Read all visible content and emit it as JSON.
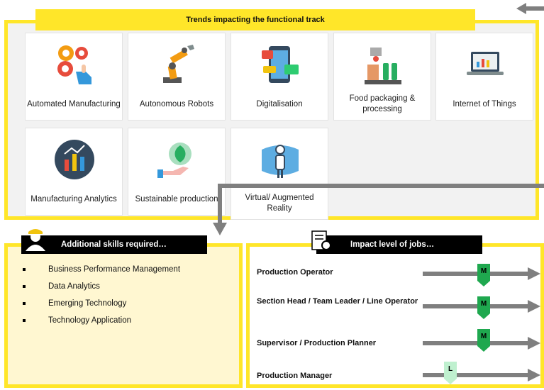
{
  "trends": {
    "header": "Trends impacting the functional track",
    "items": [
      {
        "label": "Automated Manufacturing",
        "icon": "gears-hand-icon"
      },
      {
        "label": "Autonomous Robots",
        "icon": "robot-arm-icon"
      },
      {
        "label": "Digitalisation",
        "icon": "smartphone-media-icon"
      },
      {
        "label": "Food packaging & processing",
        "icon": "food-packaging-icon"
      },
      {
        "label": "Internet of Things",
        "icon": "laptop-chart-icon"
      },
      {
        "label": "Manufacturing Analytics",
        "icon": "analytics-chart-icon"
      },
      {
        "label": "Sustainable production",
        "icon": "hand-leaf-icon"
      },
      {
        "label": "Virtual/ Augmented Reality",
        "icon": "vr-person-icon"
      }
    ]
  },
  "skills": {
    "header": "Additional skills required…",
    "items": [
      "Business Performance Management",
      "Data Analytics",
      "Emerging Technology",
      "Technology Application"
    ]
  },
  "impact": {
    "header": "Impact level of jobs…",
    "jobs": [
      {
        "title": "Production Operator",
        "level": "M",
        "color": "#1fa84f"
      },
      {
        "title": "Section Head / Team Leader / Line Operator",
        "level": "M",
        "color": "#1fa84f"
      },
      {
        "title": "Supervisor / Production Planner",
        "level": "M",
        "color": "#1fa84f"
      },
      {
        "title": "Production Manager",
        "level": "L",
        "color": "#bff0cf"
      }
    ]
  },
  "colors": {
    "accent": "#ffe629",
    "connector": "#7f7f7f",
    "medium": "#1fa84f",
    "low": "#bff0cf"
  }
}
